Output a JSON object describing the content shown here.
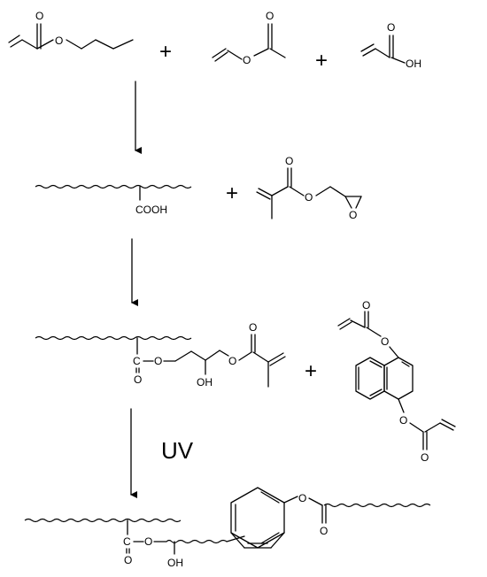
{
  "atoms": {
    "o": "O",
    "oh": "OH",
    "c": "C",
    "cooh": "COOH"
  },
  "operators": {
    "plus": "+"
  },
  "conditions": {
    "uv": "UV"
  }
}
